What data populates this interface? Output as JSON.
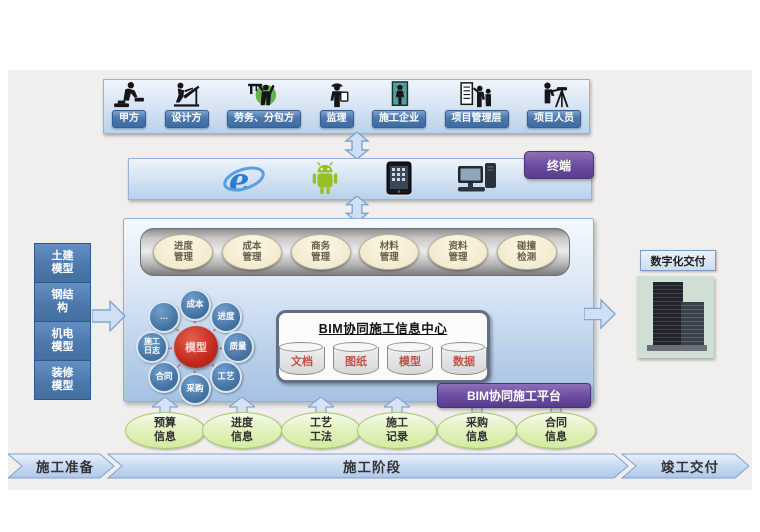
{
  "colors": {
    "accent_purple": "#6a4b9e",
    "panel_blue": "#cfdff2",
    "hub_red": "#c0281c",
    "satellite_blue": "#41709f",
    "stakeholder_button_blue": "#4a78ad",
    "module_cream": "#f2e8ca",
    "info_green": "#d4eb9f",
    "backdrop_grey": "#f1efed"
  },
  "stakeholders": {
    "items": [
      {
        "label": "甲方",
        "icon": "owner-icon"
      },
      {
        "label": "设计方",
        "icon": "designer-icon"
      },
      {
        "label": "劳务、分包方",
        "icon": "labor-icon"
      },
      {
        "label": "监理",
        "icon": "supervisor-icon"
      },
      {
        "label": "施工企业",
        "icon": "contractor-icon"
      },
      {
        "label": "项目管理层",
        "icon": "management-icon"
      },
      {
        "label": "项目人员",
        "icon": "personnel-icon"
      }
    ]
  },
  "terminal": {
    "label": "终端",
    "devices": [
      {
        "name": "ie-browser"
      },
      {
        "name": "android"
      },
      {
        "name": "tablet"
      },
      {
        "name": "desktop-computer"
      }
    ]
  },
  "platform": {
    "label": "BIM协同施工平台",
    "modules": [
      "进度\n管理",
      "成本\n管理",
      "商务\n管理",
      "材料\n管理",
      "资料\n管理",
      "碰撞\n检测"
    ],
    "hub": {
      "center": "模型",
      "satellites": [
        "成本",
        "进度",
        "质量",
        "工艺",
        "采购",
        "合同",
        "施工\n日志",
        "…"
      ]
    },
    "info_center": {
      "title": "BIM协同施工信息中心",
      "stores": [
        "文档",
        "图纸",
        "模型",
        "数据"
      ]
    }
  },
  "models": {
    "items": [
      "土建\n模型",
      "钢结\n构",
      "机电\n模型",
      "装修\n模型"
    ]
  },
  "delivery": {
    "label": "数字化交付"
  },
  "inputs": {
    "items": [
      "预算\n信息",
      "进度\n信息",
      "工艺\n工法",
      "施工\n记录",
      "采购\n信息",
      "合同\n信息"
    ]
  },
  "phases": {
    "items": [
      "施工准备",
      "施工阶段",
      "竣工交付"
    ]
  }
}
